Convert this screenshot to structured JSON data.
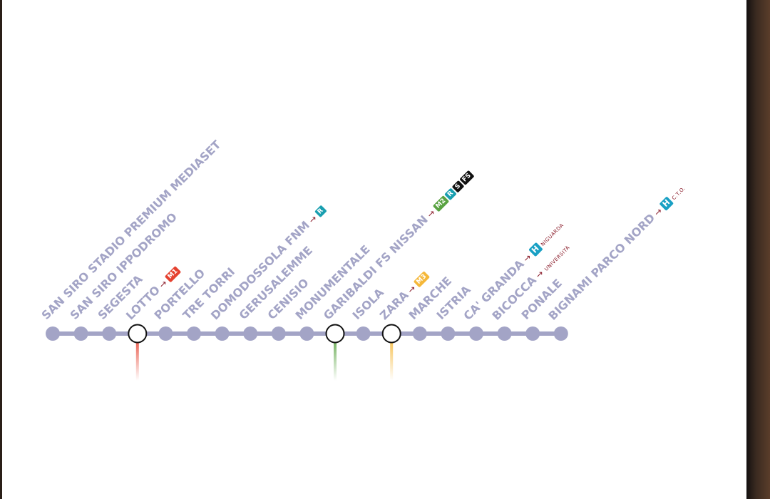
{
  "line": {
    "color": "#a3a4c6",
    "interchange_fill": "#ffffff",
    "interchange_stroke": "#111111"
  },
  "stations": [
    {
      "name": "SAN SIRO STADIO PREMIUM MEDIASET",
      "interchange": false
    },
    {
      "name": "SAN SIRO IPPODROMO",
      "interchange": false
    },
    {
      "name": "SEGESTA",
      "interchange": false
    },
    {
      "name": "LOTTO",
      "interchange": true,
      "branch_color": "#e5412f",
      "connections": [
        {
          "label": "M1",
          "kind": "m1"
        }
      ]
    },
    {
      "name": "PORTELLO",
      "interchange": false
    },
    {
      "name": "TRE TORRI",
      "interchange": false
    },
    {
      "name": "DOMODOSSOLA FNM",
      "interchange": false,
      "connections": [
        {
          "label": "R",
          "kind": "rail"
        }
      ]
    },
    {
      "name": "GERUSALEMME",
      "interchange": false
    },
    {
      "name": "CENISIO",
      "interchange": false
    },
    {
      "name": "MONUMENTALE",
      "interchange": false
    },
    {
      "name": "GARIBALDI FS NISSAN",
      "interchange": true,
      "branch_color": "#5aa342",
      "connections": [
        {
          "label": "M2",
          "kind": "m2"
        },
        {
          "label": "R",
          "kind": "rail"
        },
        {
          "label": "S",
          "kind": "dark"
        },
        {
          "label": "FS",
          "kind": "dark"
        }
      ]
    },
    {
      "name": "ISOLA",
      "interchange": false
    },
    {
      "name": "ZARA",
      "interchange": true,
      "branch_color": "#f5b83a",
      "connections": [
        {
          "label": "M3",
          "kind": "m3"
        }
      ]
    },
    {
      "name": "MARCHE",
      "interchange": false
    },
    {
      "name": "ISTRIA",
      "interchange": false
    },
    {
      "name": "CA' GRANDA",
      "interchange": false,
      "connections": [
        {
          "label": "H",
          "kind": "h",
          "dest": "NIGUARDA"
        }
      ]
    },
    {
      "name": "BICOCCA",
      "interchange": false,
      "connections": [
        {
          "label": "",
          "kind": "none",
          "dest": "UNIVERSITÀ"
        }
      ]
    },
    {
      "name": "PONALE",
      "interchange": false
    },
    {
      "name": "BIGNAMI PARCO NORD",
      "interchange": false,
      "connections": [
        {
          "label": "H",
          "kind": "h",
          "dest": "C.T.O."
        }
      ]
    }
  ]
}
